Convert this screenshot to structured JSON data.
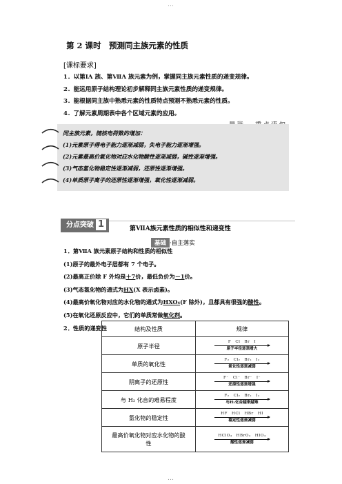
{
  "header": {
    "top_dots": "…",
    "bottom_dots": "…"
  },
  "lesson": {
    "title": "第 2 课时　预测同主族元素的性质",
    "requirements_label": "[课标要求]",
    "requirements": [
      "1．以第ⅠA 族、第ⅦA 族元素为例，掌握同主族元素性质的递变规律。",
      "2．能运用原子结构理论初步解释同主族元素性质的递变规律。",
      "3．能根据同主族中熟悉元素的性质特点预测不熟悉元素的性质。",
      "4．了解元素周期表中各个区域元素的应用。"
    ]
  },
  "notes": {
    "header": "晨背 · 重点语句",
    "lines": [
      "同主族元素，随核电荷数的增加：",
      "(1)元素原子得电子能力逐渐减弱，失电子能力逐渐增强。",
      "(2)元素最高价氧化物对应水化物酸性逐渐减弱，碱性逐渐增强。",
      "(3)气态氢化物稳定性逐渐减弱，还原性逐渐增强。",
      "(4)单质原子离子的还原性逐渐增强，氧化性逐渐减弱。"
    ]
  },
  "section": {
    "badge": "分点突破",
    "number": "1",
    "title": "第ⅦA族元素性质的相似性和递变性",
    "jc_badge": "基础",
    "jc_text": "·自主落实"
  },
  "body": {
    "l1": "1．第ⅦA 族元素原子结构和性质的相似性",
    "l2": "(1)原子的最外电子层都有 7 个电子。",
    "l3a": "(2)最高正价除 F 外均是",
    "l3b": "＋7",
    "l3c": "价，最低负价为",
    "l3d": "－1",
    "l3e": "价。",
    "l4a": "(3)气态氢化物的通式为",
    "l4b": "HX",
    "l4c": "(X 表示卤素)。",
    "l5a": "(4)最高价氧化物对应的水化物的通式为",
    "l5b": "HXO₄",
    "l5c": "(F 除外)，且都具有很强的",
    "l5d": "酸性",
    "l5e": "。",
    "l6a": "(5)在氧化还原反应中，它们的单质常做",
    "l6b": "氧化剂",
    "l6c": "。",
    "l7": "2．性质的递变性"
  },
  "table": {
    "headers": [
      "结构及性质",
      "规律"
    ],
    "rows": [
      {
        "property": "原子半径",
        "elements": "F　Cl　Br　I",
        "trend": "原子半径逐渐增大"
      },
      {
        "property": "单质的氧化性",
        "elements": "F₂　Cl₂　Br₂　I₂",
        "trend": "氧化性逐渐减弱"
      },
      {
        "property": "阴离子的还原性",
        "elements": "F⁻　Cl⁻　Br⁻　I⁻",
        "trend": "还原性逐渐增强"
      },
      {
        "property": "与 H₂ 化合的难易程度",
        "elements": "F₂　Cl₂　Br₂　I₂",
        "trend": "与H₂化合越来越难"
      },
      {
        "property": "氢化物的稳定性",
        "elements": "HF　HCl　HBr　HI",
        "trend": "稳定性逐渐减弱"
      },
      {
        "property": "最高价氧化物对应水化物的酸性",
        "elements": "HClO₄　HBrO₄　HIO₄",
        "trend": "酸性逐渐减弱"
      }
    ]
  }
}
